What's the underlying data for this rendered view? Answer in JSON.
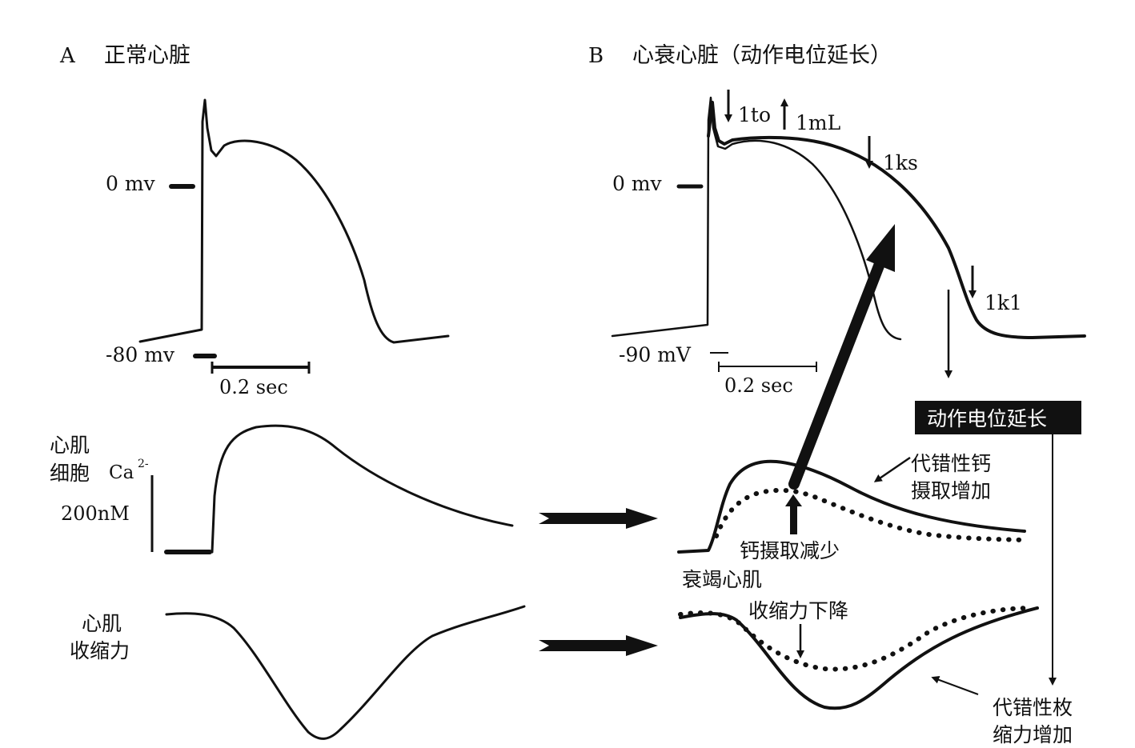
{
  "panel_a": {
    "letter": "A",
    "title": "正常心脏",
    "zero_mv": "0  mv",
    "minus80_mv": "-80  mv",
    "time_scale": "0.2  sec"
  },
  "panel_b": {
    "letter": "B",
    "title": "心衰心脏（动作电位延长）",
    "zero_mv": "0 mv",
    "minus90_mv": "-90  mV",
    "time_scale": "0.2  sec",
    "current_ito": "1to",
    "current_imL": "1mL",
    "current_iks": "1ks",
    "current_ik1": "1k1",
    "ap_prolonged": "动作电位延长",
    "comp_ca_uptake": "代错性钙摄取增加",
    "ca_uptake_reduced": "钙摄取减少",
    "failing_myocardium": "衰竭心肌",
    "contraction_decreased": "收缩力下降",
    "comp_contraction": "代错性枚缩力增加"
  },
  "calcium": {
    "label_line1": "心肌",
    "label_line2": "细胞",
    "ion": "Ca",
    "ion_charge": "2-",
    "scale": "200nM"
  },
  "contraction": {
    "label_line1": "心肌",
    "label_line2": "收缩力"
  },
  "colors": {
    "ink": "#111111",
    "background": "#ffffff",
    "highlight_box": "#111111",
    "highlight_text": "#ffffff"
  }
}
